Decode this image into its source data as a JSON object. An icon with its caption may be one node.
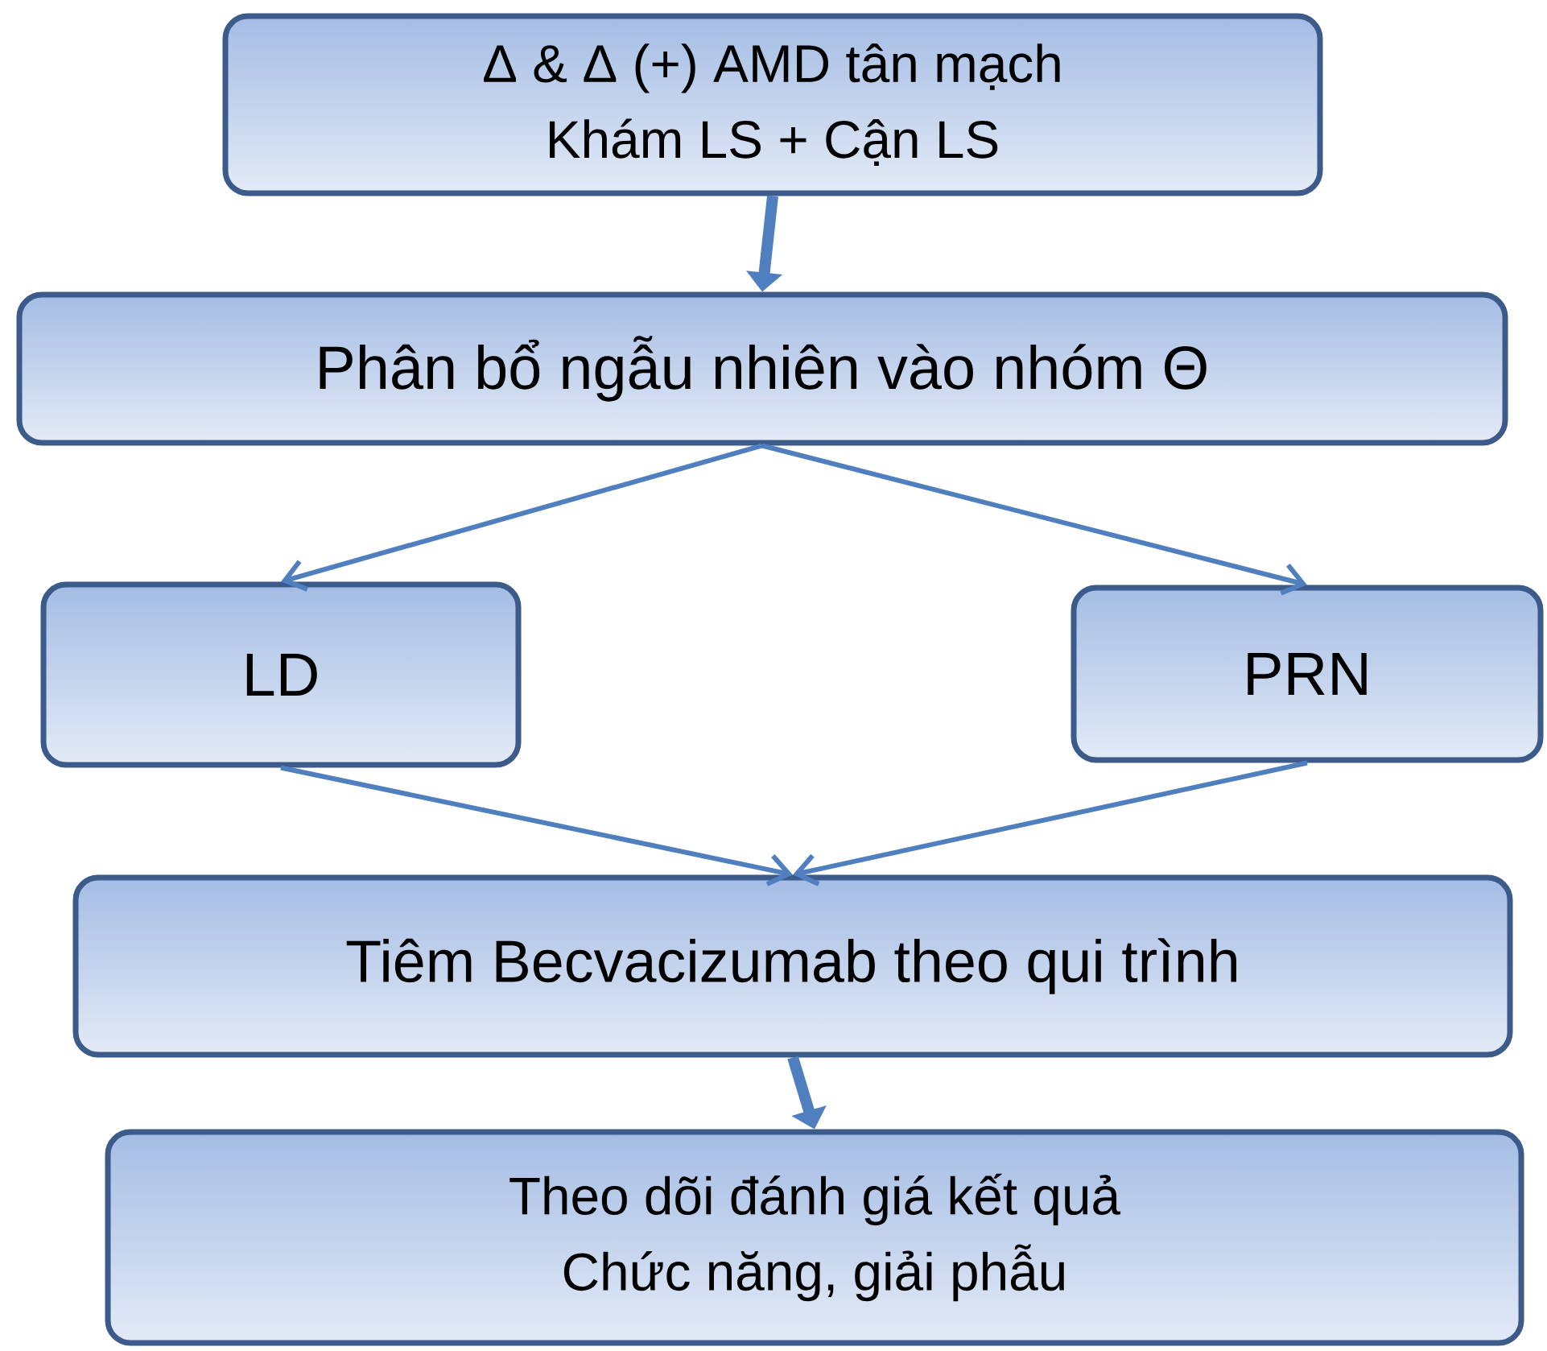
{
  "diagram": {
    "nodes": [
      {
        "text": [
          "Δ  & Δ (+) AMD tân mạch",
          "Khám LS + Cận LS"
        ]
      },
      {
        "text": [
          "Phân bổ ngẫu nhiên vào nhóm Θ"
        ]
      },
      {
        "text": [
          "LD"
        ]
      },
      {
        "text": [
          "PRN"
        ]
      },
      {
        "text": [
          "Tiêm Becvacizumab theo qui trình"
        ]
      },
      {
        "text": [
          "Theo dõi đánh giá kết quả",
          "Chức năng, giải phẫu"
        ]
      }
    ],
    "edges": [
      {
        "from": 0,
        "to": 1,
        "arrow": "to",
        "style": "thick"
      },
      {
        "from": 1,
        "to": 2,
        "arrow": "to"
      },
      {
        "from": 1,
        "to": 3,
        "arrow": "to"
      },
      {
        "from": 2,
        "to": 4,
        "arrow": "to"
      },
      {
        "from": 3,
        "to": 4,
        "arrow": "to"
      },
      {
        "from": 4,
        "to": 5,
        "arrow": "to",
        "style": "thick"
      }
    ]
  }
}
